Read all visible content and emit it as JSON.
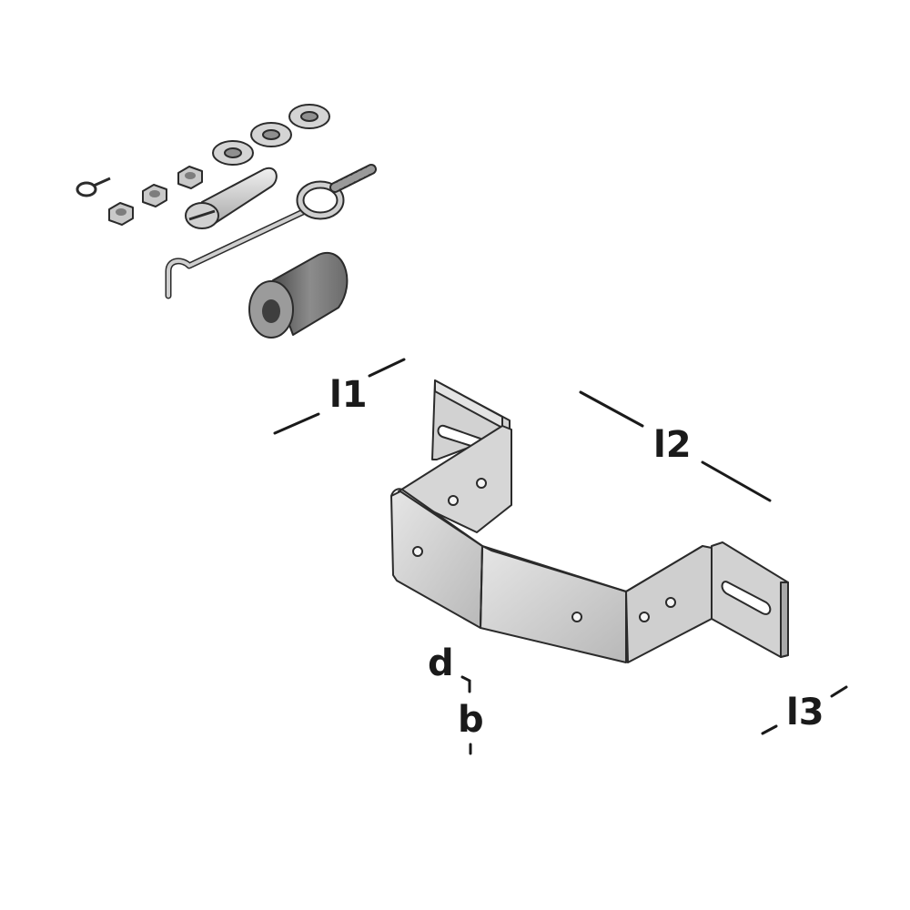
{
  "figure": {
    "description_labels": {
      "l1": "l1",
      "l2": "l2",
      "l3": "l3",
      "d": "d",
      "b": "b"
    },
    "colors": {
      "metal_light": "#d9d9d9",
      "metal_mid": "#bdbdbd",
      "metal_dark": "#9a9a9a",
      "rubber_light": "#8a8a8a",
      "rubber_dark": "#5a5a5a",
      "line": "#1a1a1a"
    }
  }
}
